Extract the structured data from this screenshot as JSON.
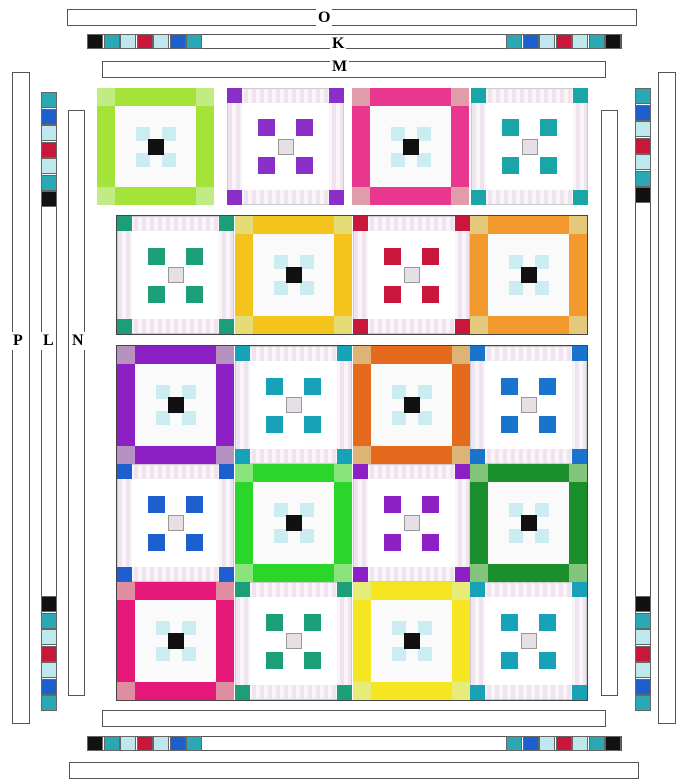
{
  "labels": {
    "top": "O",
    "k": "K",
    "m": "M",
    "p": "P",
    "l": "L",
    "n": "N"
  },
  "palette": {
    "lime": "#a4e43a",
    "purple": "#8a2fc8",
    "magenta": "#e9378f",
    "teal": "#1aa6a6",
    "seafoam": "#1c9e78",
    "gold": "#f4c31c",
    "red": "#c8173a",
    "orange": "#f29a2e",
    "violet": "#8c20c4",
    "aqua": "#17a2b8",
    "rust": "#e56a1e",
    "blue": "#1874cd",
    "green": "#2bd62b",
    "forest": "#1a8f2c",
    "pink": "#e5187a",
    "yellow": "#f5e621",
    "black": "#111111",
    "light": "#bfe8ee"
  },
  "border_chips": [
    "#111111",
    "#2aa9b4",
    "#bfe8ee",
    "#c8173a",
    "#bfe8ee",
    "#1e5fcf",
    "#2aa9b4"
  ],
  "blocks": [
    {
      "row": 0,
      "col": 0,
      "type": "frame",
      "color": "#a4e43a"
    },
    {
      "row": 0,
      "col": 1,
      "type": "cross",
      "color": "#8a2fc8"
    },
    {
      "row": 0,
      "col": 2,
      "type": "frame",
      "color": "#e9378f"
    },
    {
      "row": 0,
      "col": 3,
      "type": "cross",
      "color": "#1aa6a6"
    },
    {
      "row": 1,
      "col": 0,
      "type": "cross",
      "color": "#1c9e78"
    },
    {
      "row": 1,
      "col": 1,
      "type": "frame",
      "color": "#f4c31c"
    },
    {
      "row": 1,
      "col": 2,
      "type": "cross",
      "color": "#c8173a"
    },
    {
      "row": 1,
      "col": 3,
      "type": "frame",
      "color": "#f29a2e"
    },
    {
      "row": 2,
      "col": 0,
      "type": "frame",
      "color": "#8c20c4"
    },
    {
      "row": 2,
      "col": 1,
      "type": "cross",
      "color": "#17a2b8"
    },
    {
      "row": 2,
      "col": 2,
      "type": "frame",
      "color": "#e56a1e"
    },
    {
      "row": 2,
      "col": 3,
      "type": "cross",
      "color": "#1874cd"
    },
    {
      "row": 3,
      "col": 0,
      "type": "cross",
      "color": "#1e5fcf"
    },
    {
      "row": 3,
      "col": 1,
      "type": "frame",
      "color": "#2bd62b"
    },
    {
      "row": 3,
      "col": 2,
      "type": "cross",
      "color": "#8c20c4"
    },
    {
      "row": 3,
      "col": 3,
      "type": "frame",
      "color": "#1a8f2c"
    },
    {
      "row": 4,
      "col": 0,
      "type": "frame",
      "color": "#e5187a"
    },
    {
      "row": 4,
      "col": 1,
      "type": "cross",
      "color": "#1c9e78"
    },
    {
      "row": 4,
      "col": 2,
      "type": "frame",
      "color": "#f5e621"
    },
    {
      "row": 4,
      "col": 3,
      "type": "cross",
      "color": "#17a2b8"
    }
  ]
}
